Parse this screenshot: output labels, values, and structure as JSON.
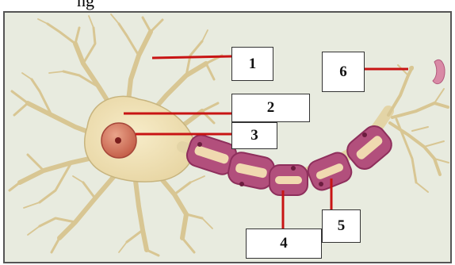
{
  "header": {
    "text": "ng"
  },
  "labels": [
    {
      "id": "1",
      "text": "1"
    },
    {
      "id": "2",
      "text": "2"
    },
    {
      "id": "3",
      "text": "3"
    },
    {
      "id": "4",
      "text": "4"
    },
    {
      "id": "5",
      "text": "5"
    },
    {
      "id": "6",
      "text": "6"
    }
  ],
  "colors": {
    "background": "#e8ebdf",
    "neuron_body": "#efe3bf",
    "neuron_outline": "#b9a77a",
    "nucleus": "#d47f66",
    "myelin": "#a5446f",
    "leader_line": "#c81414"
  }
}
